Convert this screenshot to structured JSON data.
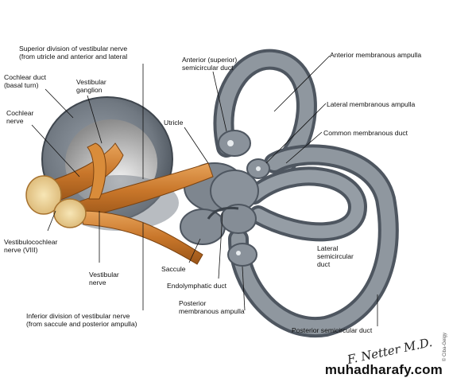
{
  "labels": {
    "superior_division": [
      "Superior division of vestibular nerve",
      "(from utricle and anterior and lateral"
    ],
    "cochlear_duct": [
      "Cochlear duct",
      "(basal turn)"
    ],
    "vestibular_ganglion": [
      "Vestibular",
      "ganglion"
    ],
    "cochlear_nerve": [
      "Cochlear",
      "nerve"
    ],
    "vestibulocochlear_nerve": [
      "Vestibulocochlear",
      "nerve (VIII)"
    ],
    "vestibular_nerve": [
      "Vestibular",
      "nerve"
    ],
    "inferior_division": [
      "Inferior division of vestibular nerve",
      "(from saccule and posterior ampulla)"
    ],
    "anterior_semicircular_duct": [
      "Anterior (superior)",
      "semicircular duct"
    ],
    "anterior_ampulla": "Anterior membranous ampulla",
    "utricle": "Utricle",
    "lateral_ampulla": "Lateral membranous ampulla",
    "common_duct": "Common membranous duct",
    "lateral_semicircular_duct": [
      "Lateral",
      "semicircular",
      "duct"
    ],
    "saccule": "Saccule",
    "endolymphatic_duct": "Endolymphatic duct",
    "posterior_ampulla": [
      "Posterior",
      "membranous ampulla"
    ],
    "posterior_semicircular_duct": "Posterior semicircular duct"
  },
  "watermark": "muhadharafy.com",
  "signature": "F. Netter M.D.",
  "copyright": "© Ciba-Geigy",
  "colors": {
    "duct": "#8a929b",
    "duct_dark": "#4e5660",
    "nerve": "#c8762a",
    "nerve_light": "#e8a456",
    "nerve_cut": "#efd9a0"
  }
}
